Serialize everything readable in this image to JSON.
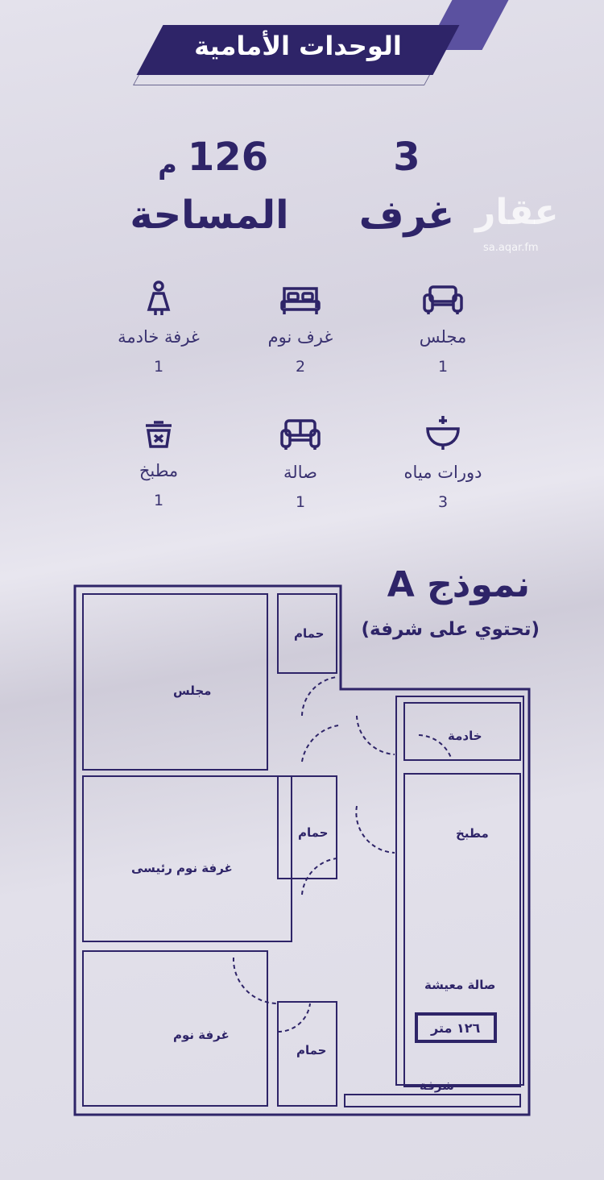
{
  "header": {
    "title": "الوحدات الأمامية"
  },
  "summary": {
    "rooms_count": "3",
    "rooms_label": "غرف",
    "area_value": "126",
    "area_unit": "م",
    "area_label": "المساحة"
  },
  "watermark": {
    "logo": "عقار",
    "url": "sa.aqar.fm"
  },
  "features": [
    {
      "icon": "sofa-icon",
      "label": "مجلس",
      "count": "1"
    },
    {
      "icon": "bed-icon",
      "label": "غرف نوم",
      "count": "2"
    },
    {
      "icon": "maid-icon",
      "label": "غرفة خادمة",
      "count": "1"
    },
    {
      "icon": "sink-icon",
      "label": "دورات مياه",
      "count": "3"
    },
    {
      "icon": "couch-icon",
      "label": "صالة",
      "count": "1"
    },
    {
      "icon": "cooking-pot-icon",
      "label": "مطبخ",
      "count": "1"
    }
  ],
  "plan": {
    "title": "نموذج A",
    "subtitle": "(تحتوي على شرفة)",
    "rooms": {
      "majlis": "مجلس",
      "bath1": "حمام",
      "bath2": "حمام",
      "bath3": "حمام",
      "maid": "خادمة",
      "kitchen": "مطبخ",
      "master": "غرفة نوم رئيسى",
      "living": "صالة معيشة",
      "bedroom": "غرفة نوم",
      "balcony": "شرفة"
    },
    "area_tag": "١٢٦ متر"
  },
  "colors": {
    "accent": "#2e2468",
    "stripe": "#5b51a0",
    "background": "#dddbe6"
  }
}
